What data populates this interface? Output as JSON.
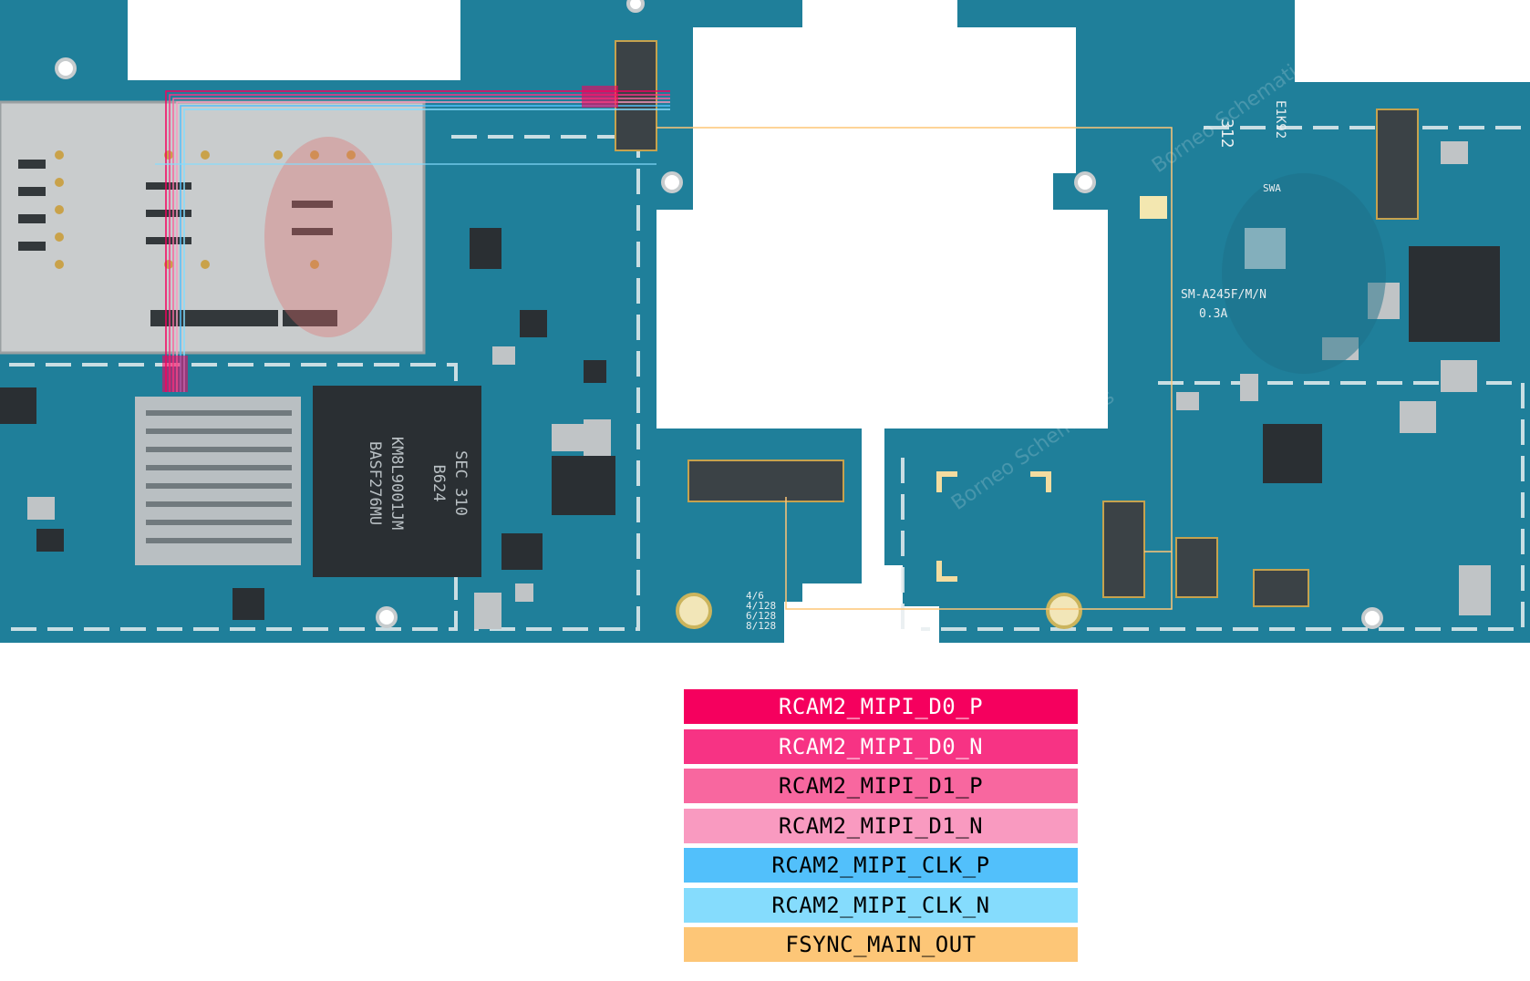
{
  "board": {
    "model_label": "SM-A245F/M/N",
    "version_label": "0.3A",
    "pcb_number": "312",
    "pcb_code": "E1K92",
    "ic_cpu_line1": "SEC 310",
    "ic_cpu_line2": "B624",
    "ic_cpu_line3": "KM8L9001JM",
    "ic_cpu_line4": "BASF276MU",
    "ram_labels": [
      "4/6",
      "4/128",
      "6/128",
      "8/128"
    ],
    "swa_label": "SWA",
    "watermark": "Borneo Schematics",
    "colors": {
      "pcb": "#1f7f9a",
      "pcb_dark": "#176a84",
      "silkscreen": "#e8eef0",
      "sim_tray": "#c9cccd",
      "chip": "#2a2f33"
    }
  },
  "legend": [
    {
      "label": "RCAM2_MIPI_D0_P",
      "color": "#f5005e",
      "text_color": "#ffffff"
    },
    {
      "label": "RCAM2_MIPI_D0_N",
      "color": "#f73384",
      "text_color": "#ffffff"
    },
    {
      "label": "RCAM2_MIPI_D1_P",
      "color": "#f8679f",
      "text_color": "#000000"
    },
    {
      "label": "RCAM2_MIPI_D1_N",
      "color": "#f99ac0",
      "text_color": "#000000"
    },
    {
      "label": "RCAM2_MIPI_CLK_P",
      "color": "#52c0fb",
      "text_color": "#000000"
    },
    {
      "label": "RCAM2_MIPI_CLK_N",
      "color": "#85dcfd",
      "text_color": "#000000"
    },
    {
      "label": "FSYNC_MAIN_OUT",
      "color": "#fdc677",
      "text_color": "#000000"
    }
  ]
}
